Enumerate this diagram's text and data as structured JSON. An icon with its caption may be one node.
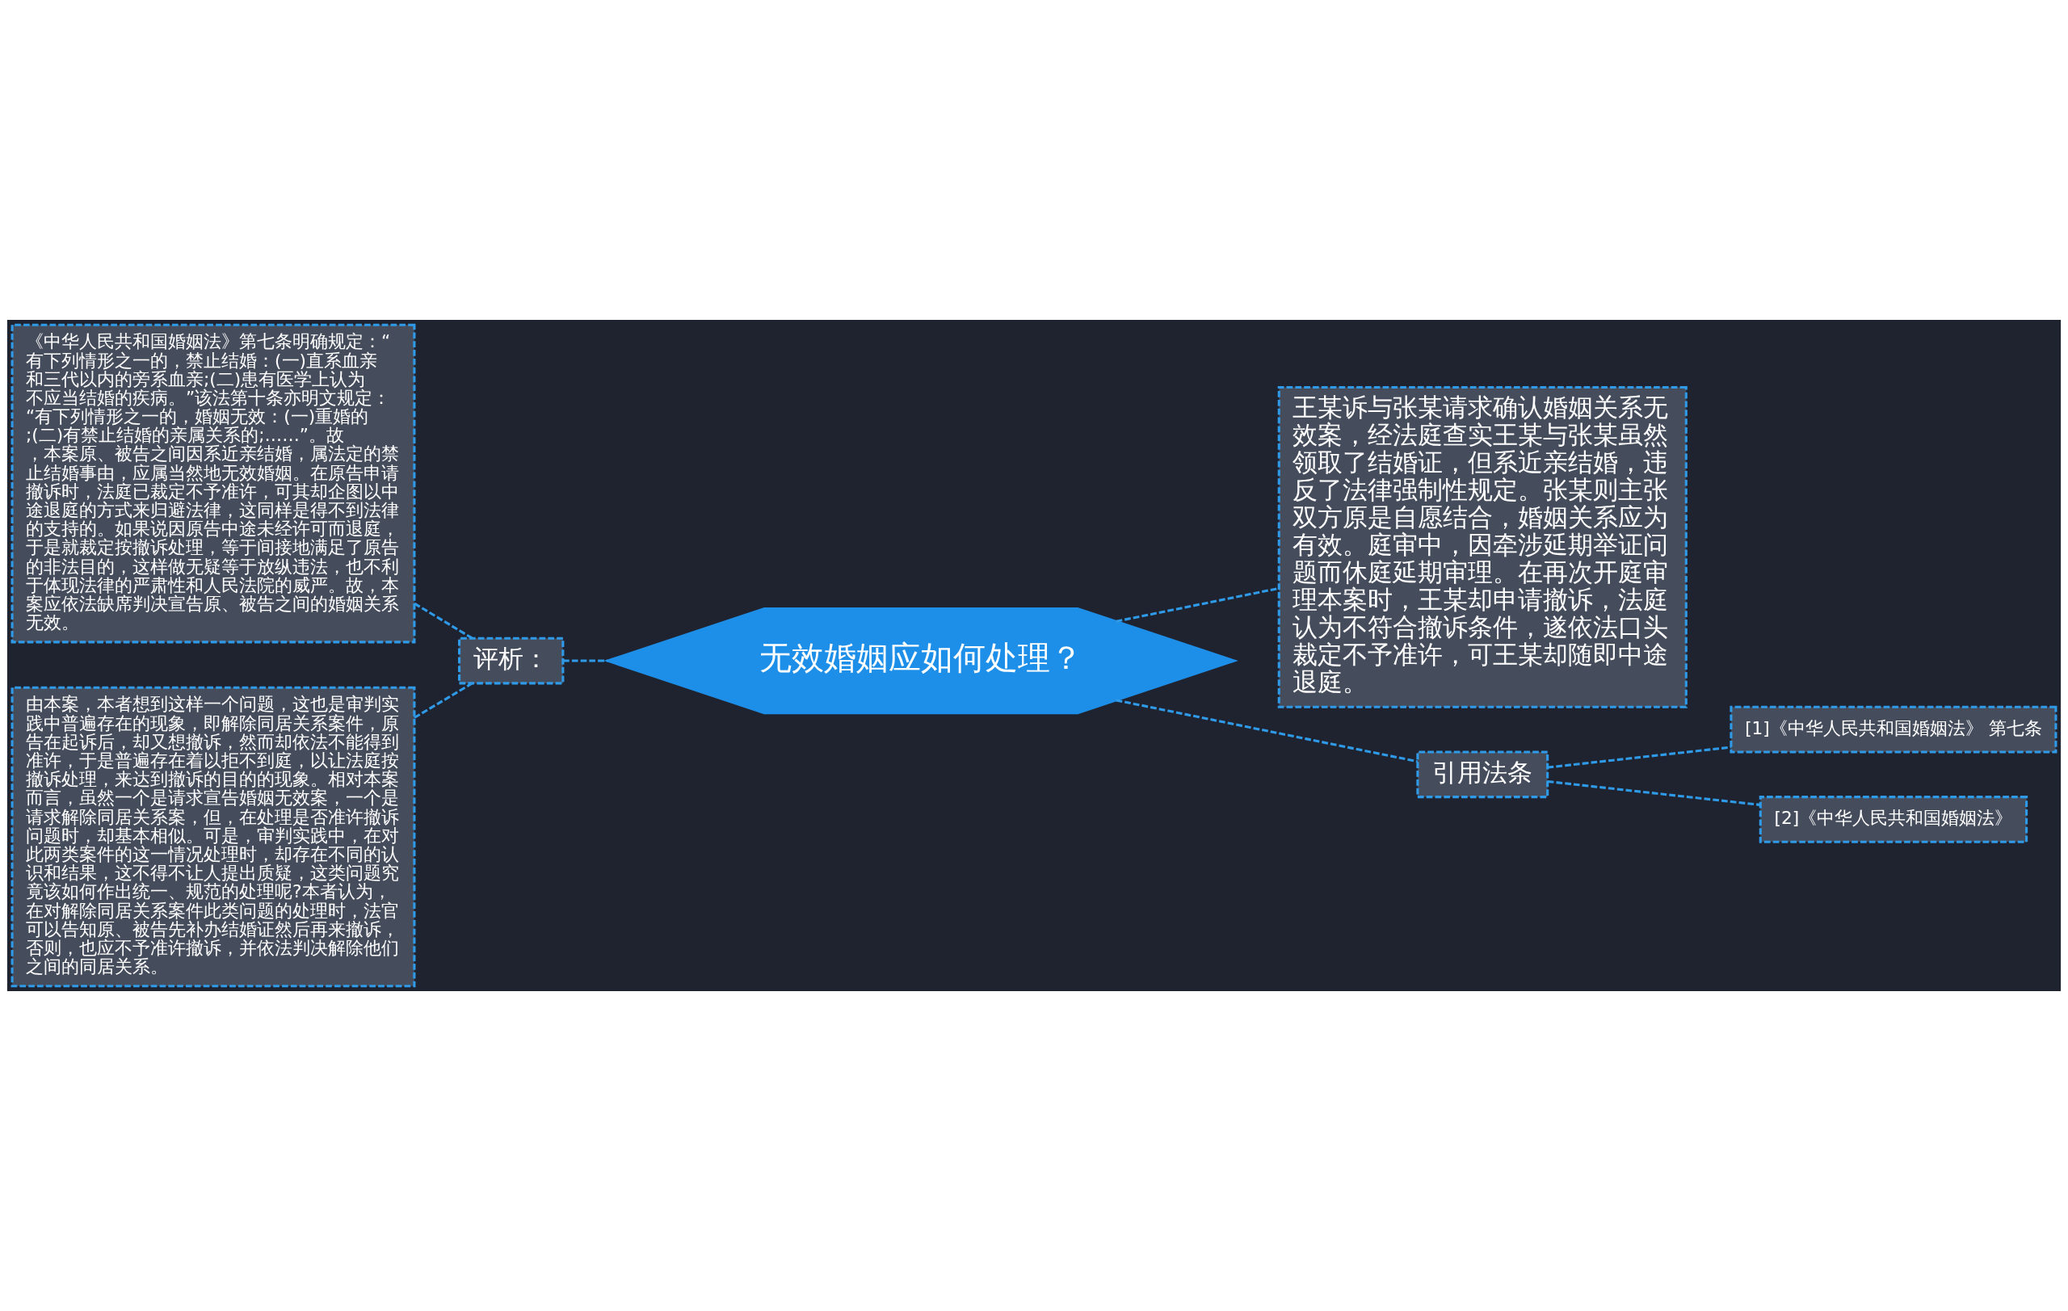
{
  "diagram": {
    "nodes": [
      {
        "text": [
          "无效婚姻应如何处理？"
        ]
      },
      {
        "text": [
          "评析："
        ]
      },
      {
        "text": [
          "《中华人民共和国婚姻法》第七条明确规定：“有下列情形之一的，禁止结婚：(一)直系血亲和三代以内的旁系血亲;(二)患有医学上认为不应当结婚的疾病。”该法第十条亦明文规定：“有下列情形之一的，婚姻无效：(一)重婚的;(二)有禁止结婚的亲属关系的;……”。故，本案原、被告之间因系近亲结婚，属法定的禁止结婚事由，应属当然地无效婚姻。在原告申请撤诉时，法庭已裁定不予准许，可其却企图以中途退庭的方式来归避法律，这同样是得不到法律的支持的。如果说因原告中途未经许可而退庭，于是就裁定按撤诉处理，等于间接地满足了原告的非法目的，这样做无疑等于放纵违法，也不利于体现法律的严肃性和人民法院的威严。故，本案应依法缺席判决宣告原、被告之间的婚姻关系无效。"
        ]
      },
      {
        "text": [
          "由本案，本者想到这样一个问题，这也是审判实践中普遍存在的现象，即解除同居关系案件，原告在起诉后，却又想撤诉，然而却依法不能得到准许，于是普遍存在着以拒不到庭，以让法庭按撤诉处理，来达到撤诉的目的的现象。相对本案而言，虽然一个是请求宣告婚姻无效案，一个是请求解除同居关系案，但，在处理是否准许撤诉问题时，却基本相似。可是，审判实践中，在对此两类案件的这一情况处理时，却存在不同的认识和结果，这不得不让人提出质疑，这类问题究竟该如何作出统一、规范的处理呢?本者认为，在对解除同居关系案件此类问题的处理时，法官可以告知原、被告先补办结婚证然后再来撤诉，否则，也应不予准许撤诉，并依法判决解除他们之间的同居关系。"
        ]
      },
      {
        "text": [
          "王某诉与张某请求确认婚姻关系无效案，经法庭查实王某与张某虽然领取了结婚证，但系近亲结婚，违反了法律强制性规定。张某则主张双方原是自愿结合，婚姻关系应为有效。庭审中，因牵涉延期举证问题而休庭延期审理。在再次开庭审理本案时，王某却申请撤诉，法庭认为不符合撤诉条件，遂依法口头裁定不予准许，可王某却随即中途退庭。"
        ]
      },
      {
        "text": [
          "引用法条"
        ]
      },
      {
        "text": [
          "[1]《中华人民共和国婚姻法》 第七条"
        ]
      },
      {
        "text": [
          "[2]《中华人民共和国婚姻法》"
        ]
      }
    ],
    "edges": [
      {
        "from": 0,
        "to": 1,
        "arrow": "none",
        "style": "dashed"
      },
      {
        "from": 1,
        "to": 2,
        "arrow": "none",
        "style": "dashed"
      },
      {
        "from": 1,
        "to": 3,
        "arrow": "none",
        "style": "dashed"
      },
      {
        "from": 0,
        "to": 4,
        "arrow": "none",
        "style": "dashed"
      },
      {
        "from": 0,
        "to": 5,
        "arrow": "none",
        "style": "dashed"
      },
      {
        "from": 5,
        "to": 6,
        "arrow": "none",
        "style": "dashed"
      },
      {
        "from": 5,
        "to": 7,
        "arrow": "none",
        "style": "dashed"
      }
    ]
  }
}
